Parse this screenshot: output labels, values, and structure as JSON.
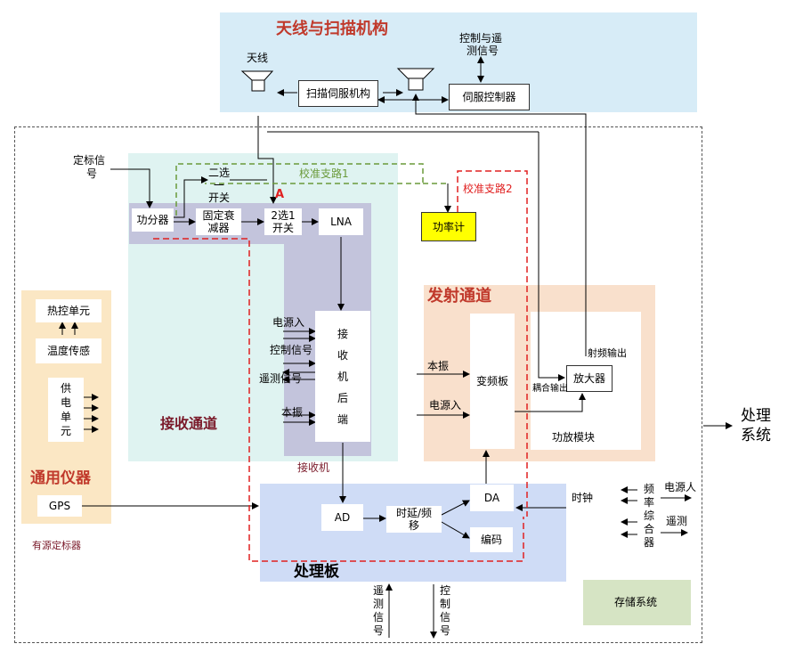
{
  "antenna_section": {
    "title": "天线与扫描机构",
    "antenna_label": "天线",
    "scan_servo": "扫描伺服机构",
    "servo_controller": "伺服控制器",
    "control_signal": [
      "控制与遥",
      "测信号"
    ]
  },
  "calibration": {
    "path1": "校准支路1",
    "path2": "校准支路2",
    "marker_a": "A"
  },
  "receive_channel": {
    "title": "接收通道",
    "ref_signal": [
      "定标信",
      "号"
    ],
    "power_divider": "功分器",
    "switch_1of2": [
      "二选一",
      "开关"
    ],
    "fixed_attenuator": [
      "固定衰",
      "减器"
    ],
    "switch_2to1": [
      "2选1",
      "开关"
    ],
    "lna": "LNA",
    "power_meter": "功率计",
    "receiver_backend": [
      "接",
      "收",
      "机",
      "后",
      "端"
    ],
    "receiver_label": "接收机",
    "power_in": "电源入",
    "control_signal": "控制信号",
    "telemetry_signal": "遥测信号",
    "local_osc": "本振"
  },
  "transmit_channel": {
    "title": "发射通道",
    "local_osc": "本振",
    "power_in": "电源入",
    "converter_board": "变频板",
    "amplifier": "放大器",
    "rf_output": "射频输出",
    "coupled_output": "耦合输出",
    "pa_module": "功放模块"
  },
  "general_instrument": {
    "title": "通用仪器",
    "thermal_unit": "热控单元",
    "temp_sensor": "温度传感",
    "power_unit": [
      "供",
      "电",
      "单",
      "元"
    ],
    "gps": "GPS",
    "active_calibrator": "有源定标器"
  },
  "processing_board": {
    "title": "处理板",
    "ad": "AD",
    "delay_shift": [
      "时延/频",
      "移"
    ],
    "da": "DA",
    "encoder": "编码",
    "clock": "时钟",
    "telemetry": [
      "遥",
      "测",
      "信",
      "号"
    ],
    "control": [
      "控",
      "制",
      "信",
      "号"
    ]
  },
  "freq_synth": {
    "label": [
      "频",
      "率",
      "综",
      "合",
      "器"
    ],
    "power_in": "电源人",
    "telemetry": "遥测"
  },
  "storage_system": "存储系统",
  "processing_system": [
    "处理",
    "系统"
  ],
  "colors": {
    "antenna_bg": "#d7ecf7",
    "receive_bg": "#dff3f1",
    "receive_gray": "#c3c4dc",
    "transmit_bg": "#f9e0cc",
    "instrument_bg": "#fbe7c4",
    "processing_bg": "#cfdcf6",
    "storage_bg": "#d6e4c4",
    "power_meter_bg": "#ffff00",
    "red_dashed": "#e02020",
    "green_dashed": "#6a9a3a"
  }
}
